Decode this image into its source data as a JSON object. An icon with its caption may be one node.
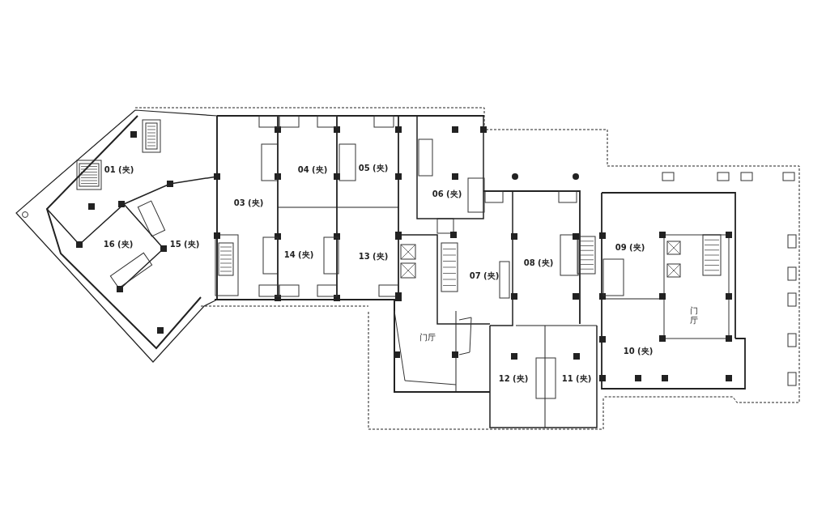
{
  "diagram": {
    "labels": [
      "01 (夹)",
      "04 (夹)",
      "05 (夹)",
      "06 (夹)",
      "03 (夹)",
      "16 (夹)",
      "15 (夹)",
      "09 (夹)",
      "14 (夹)",
      "13 (夹)",
      "08 (夹)",
      "07 (夹)",
      "门厅",
      "门厅",
      "10 (夹)",
      "12 (夹)",
      "11 (夹)"
    ]
  }
}
